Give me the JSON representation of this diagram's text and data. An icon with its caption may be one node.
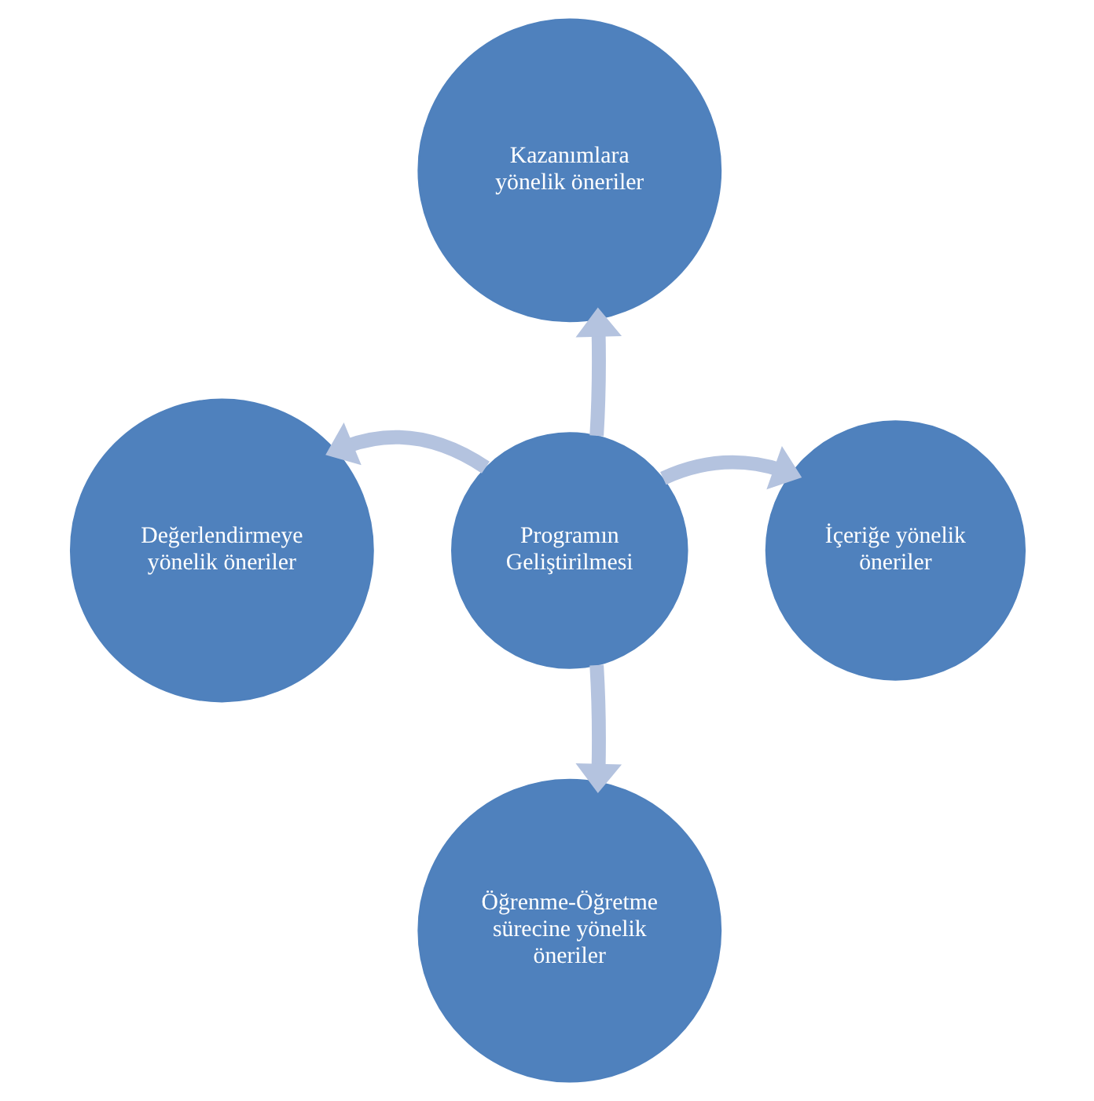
{
  "diagram": {
    "nodes": [
      {
        "text": [
          "Kazanımlara yönelik öneriler"
        ]
      },
      {
        "text": [
          "Değerlendirmeye yönelik öneriler"
        ]
      },
      {
        "text": [
          "Programın Geliştirilmesi"
        ]
      },
      {
        "text": [
          "İçeriğe yönelik öneriler"
        ]
      },
      {
        "text": [
          "Öğrenme-Öğretme sürecine yönelik öneriler"
        ]
      }
    ],
    "edges": [
      {
        "from": 2,
        "to": 0,
        "arrow": "to"
      },
      {
        "from": 2,
        "to": 1,
        "arrow": "to"
      },
      {
        "from": 2,
        "to": 3,
        "arrow": "to"
      },
      {
        "from": 2,
        "to": 4,
        "arrow": "to"
      }
    ]
  }
}
